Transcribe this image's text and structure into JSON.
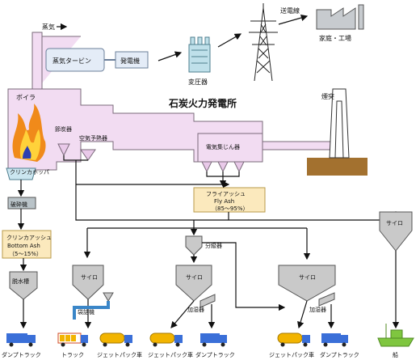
{
  "title": "石炭火力発電所",
  "labels": {
    "steam": "蒸気",
    "turbine": "蒸気タービン",
    "generator": "発電機",
    "transformer": "変圧器",
    "line": "送電線",
    "home": "家庭・工場",
    "chimney": "煙突",
    "boiler": "ボイラ",
    "economizer": "節炭器",
    "airheater": "空気予熱器",
    "esp": "電気集じん器",
    "hopper": "クリンカホッパ",
    "crusher": "破砕機",
    "flyash": [
      "フライアッシュ",
      "Fly Ash",
      "（85～95%）"
    ],
    "bottomash": [
      "クリンカアッシュ",
      "Bottom Ash",
      "（5～15%）"
    ],
    "dewater": "脱水槽",
    "silo": "サイロ",
    "classifier": "分級器",
    "bagger": "袋詰機",
    "humidifier": "加湿器"
  },
  "vehicles": [
    "ダンプトラック",
    "トラック",
    "ジェットパック車",
    "ジェットパック車",
    "ダンプトラック",
    "ジェットパック車",
    "ダンプトラック",
    "船"
  ],
  "colors": {
    "truck_blue": "#3a6fd8",
    "tank_yellow": "#f2b400",
    "ship_green": "#7fc63f",
    "flame": "#f08a1a"
  },
  "icons": [
    "factory-icon",
    "pylon-icon",
    "transformer-icon",
    "flame-icon",
    "truck-icon",
    "ship-icon"
  ]
}
